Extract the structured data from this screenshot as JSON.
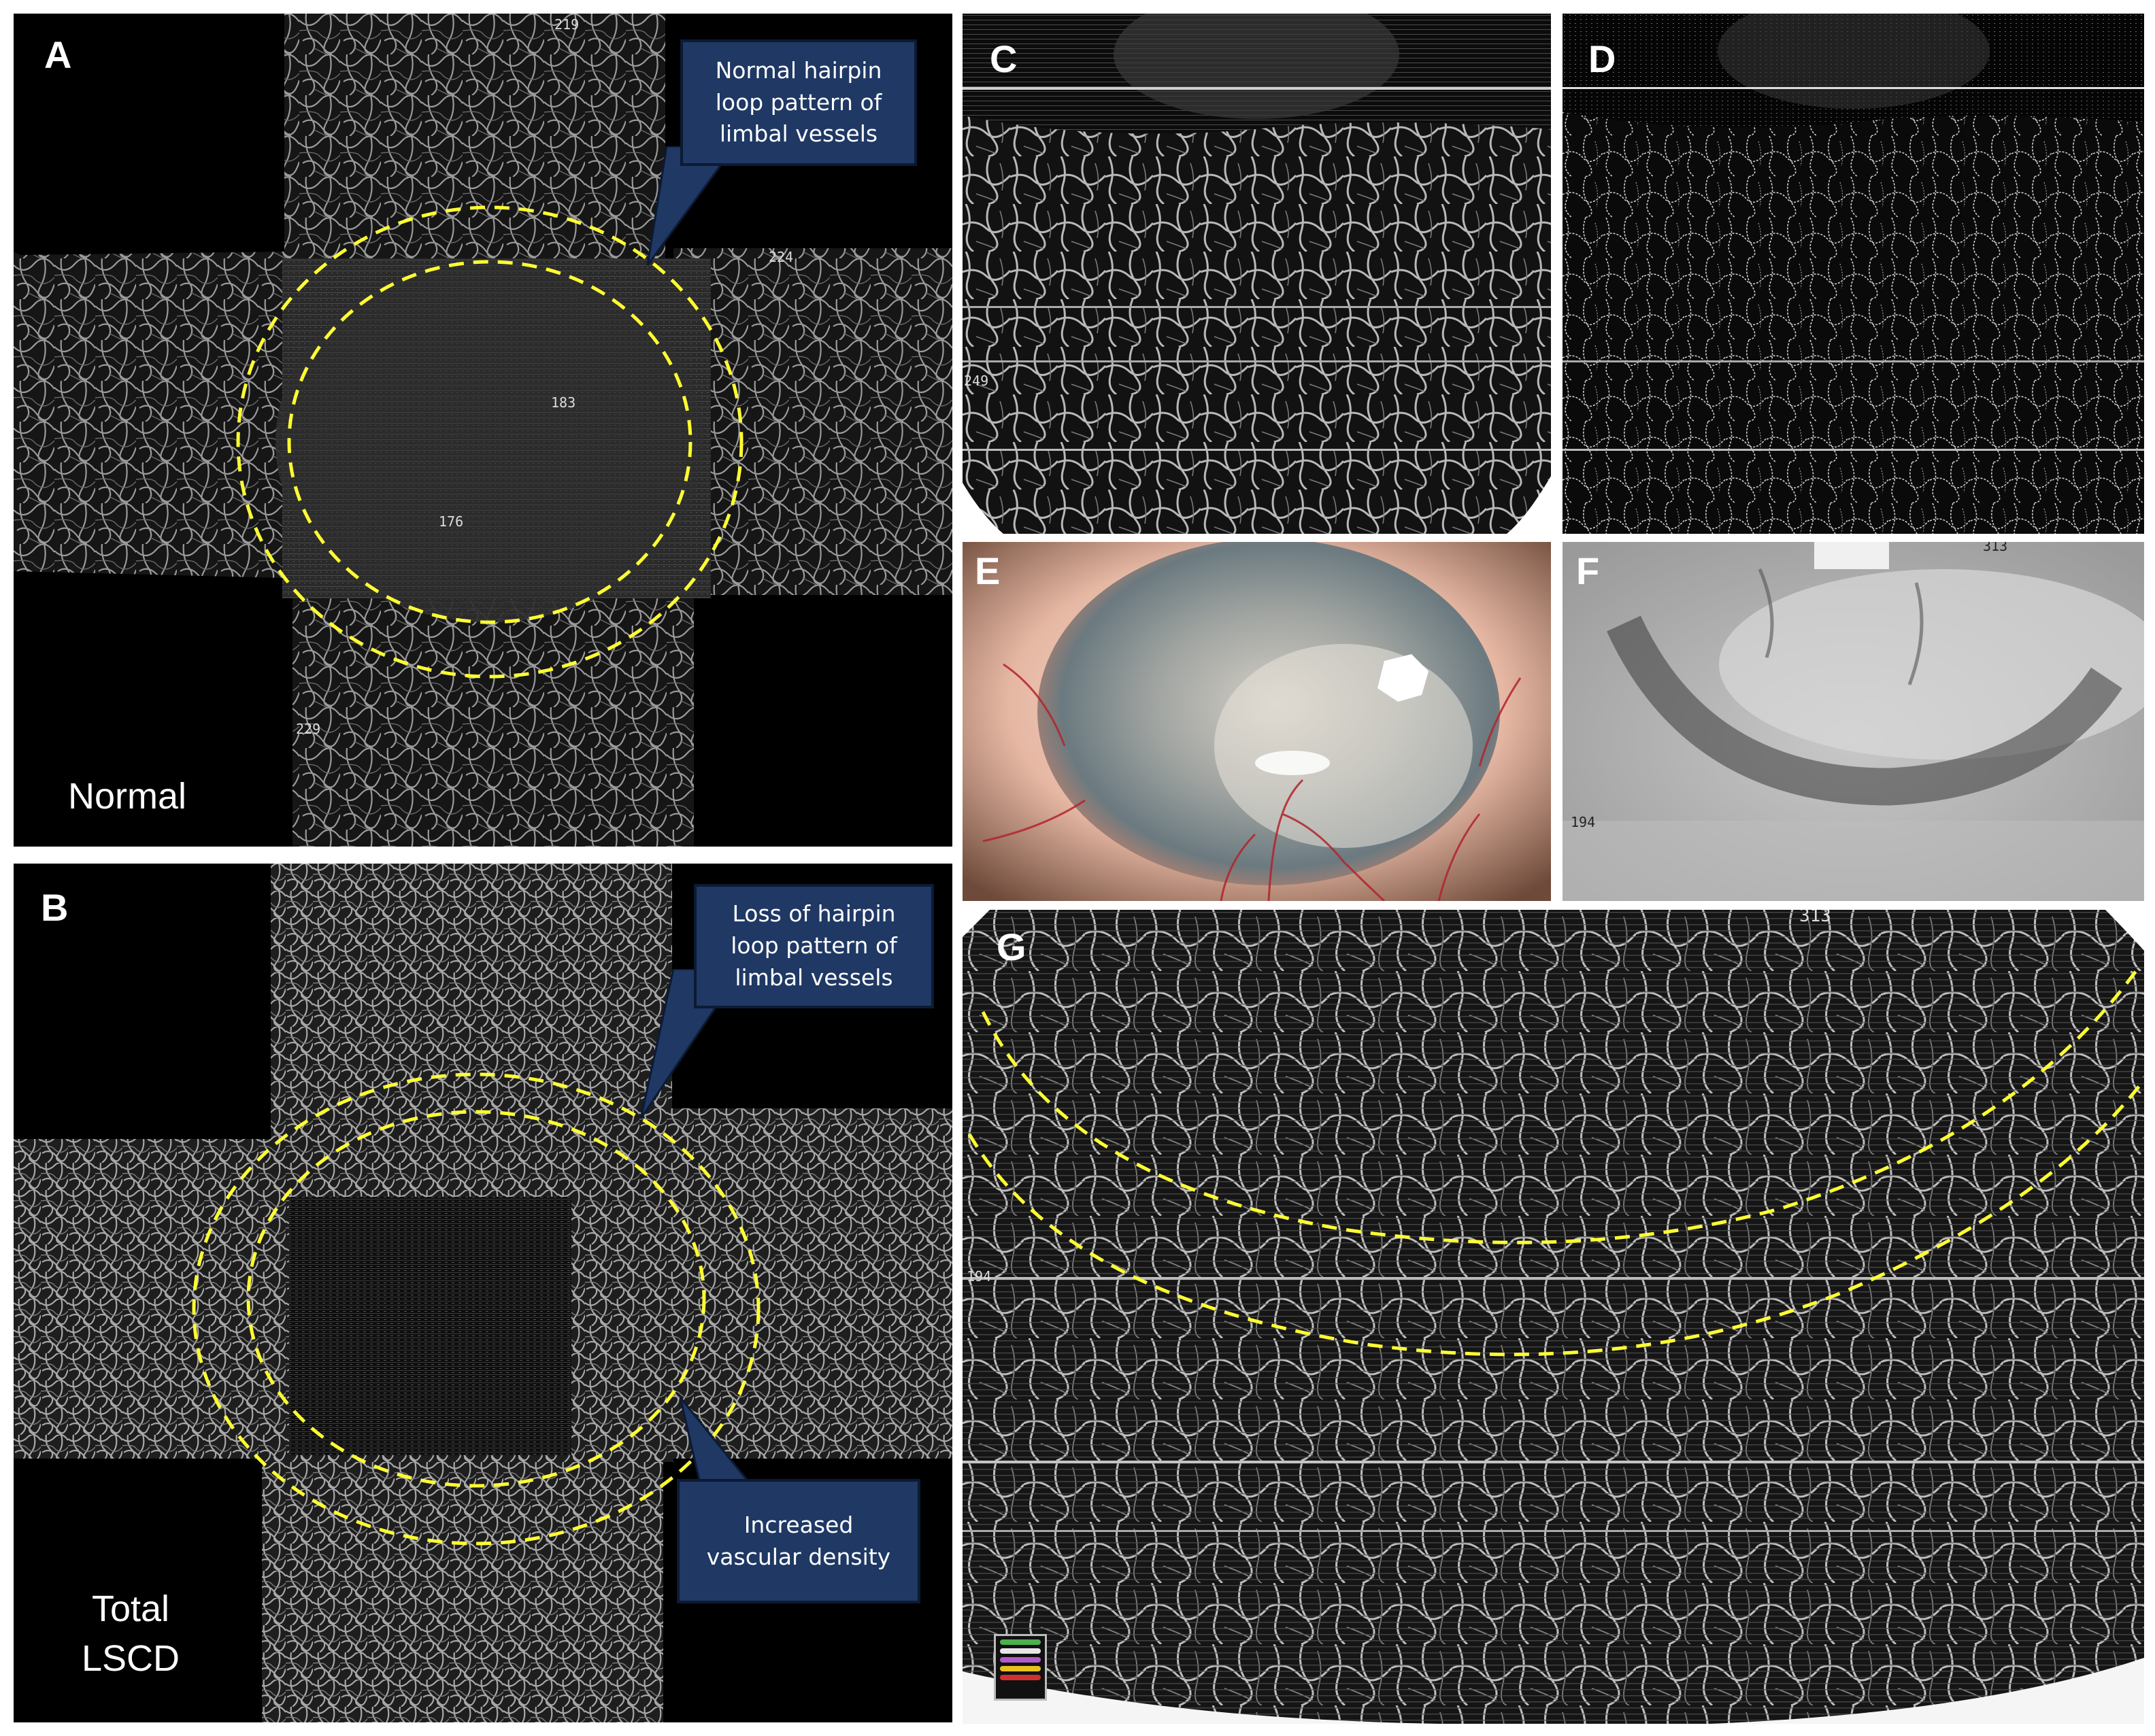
{
  "panels": {
    "A": {
      "letter": "A",
      "condition": "Normal",
      "callout": {
        "lines": [
          "Normal hairpin",
          "loop pattern of",
          "limbal vessels"
        ]
      },
      "scan_numbers": [
        "219",
        "224",
        "183",
        "176",
        "229"
      ]
    },
    "B": {
      "letter": "B",
      "condition": [
        "Total",
        "LSCD"
      ],
      "callout_top": {
        "lines": [
          "Loss of hairpin",
          "loop pattern of",
          "limbal vessels"
        ]
      },
      "callout_bottom": {
        "lines": [
          "Increased",
          "vascular density"
        ]
      }
    },
    "C": {
      "letter": "C",
      "scan_number": "249"
    },
    "D": {
      "letter": "D"
    },
    "E": {
      "letter": "E"
    },
    "F": {
      "letter": "F",
      "scan_number": "194",
      "scan_number_top": "313"
    },
    "G": {
      "letter": "G",
      "scan_number": "194",
      "scan_number_top": "313",
      "legend_colors": [
        "#4caf50",
        "#e6e6e6",
        "#b05cc8",
        "#e8c020",
        "#d23030"
      ]
    }
  },
  "colors": {
    "outline": "#ffff33",
    "callout_fill": "#1f3864",
    "vessel": "#d8d8d8",
    "slit_lamp_sclera": "#e8b8a8",
    "slit_lamp_vessel": "#b3232a"
  }
}
